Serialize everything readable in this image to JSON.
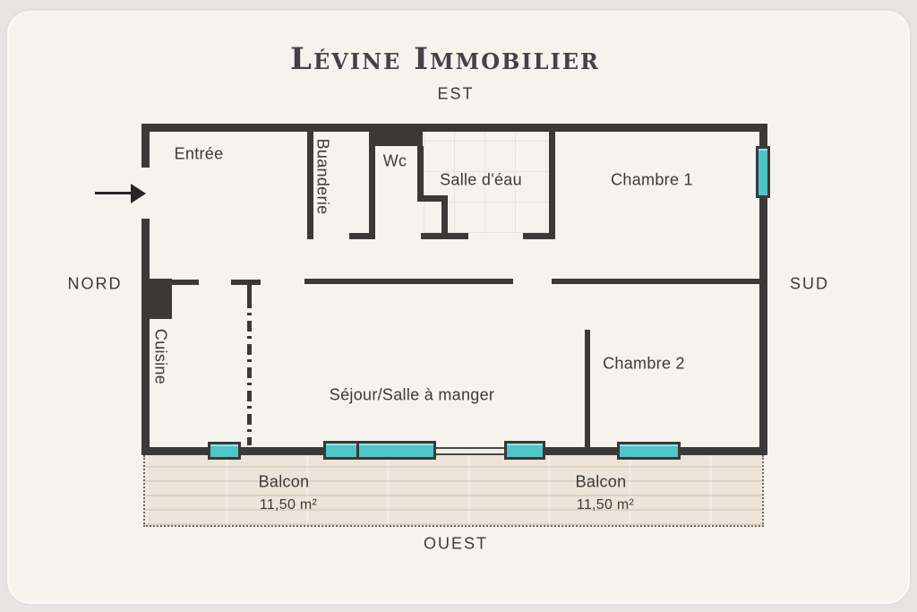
{
  "brand": {
    "title": "Lévine Immobilier"
  },
  "compass": {
    "east": "EST",
    "north": "NORD",
    "south": "SUD",
    "west": "OUEST"
  },
  "rooms": {
    "entree": {
      "label": "Entrée"
    },
    "buanderie": {
      "label": "Buanderie"
    },
    "wc": {
      "label": "Wc"
    },
    "salle_deau": {
      "label": "Salle d'éau"
    },
    "chambre1": {
      "label": "Chambre 1"
    },
    "cuisine": {
      "label": "Cuisine"
    },
    "sejour": {
      "label": "Séjour/Salle à manger"
    },
    "chambre2": {
      "label": "Chambre 2"
    },
    "balcon_left": {
      "label": "Balcon",
      "area": "11,50 m²"
    },
    "balcon_right": {
      "label": "Balcon",
      "area": "11,50 m²"
    }
  },
  "colors": {
    "wall": "#3b3937",
    "window_glazing": "#4fc5c6",
    "card_background": "#f6f2ee",
    "page_background": "#e7e5e3",
    "balcony_floor": "#ece4d9",
    "text": "#3b3a39",
    "title_text": "#45414a"
  }
}
